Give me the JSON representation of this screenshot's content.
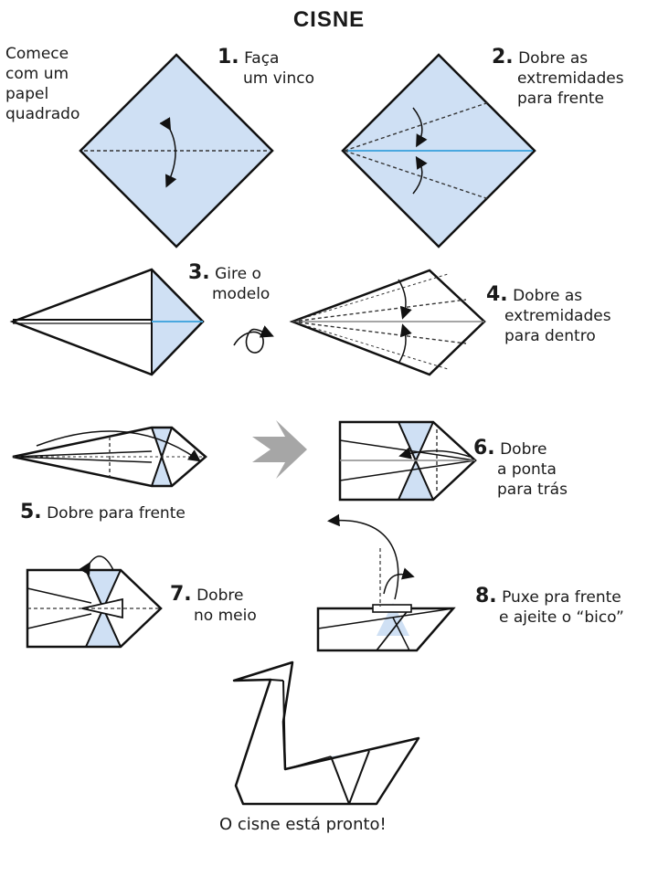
{
  "title": "CISNE",
  "intro": [
    "Comece",
    "com um",
    "papel",
    "quadrado"
  ],
  "steps": [
    {
      "num": "1.",
      "lines": [
        "Faça",
        "um vinco"
      ]
    },
    {
      "num": "2.",
      "lines": [
        "Dobre as",
        "extremidades",
        "para frente"
      ]
    },
    {
      "num": "3.",
      "lines": [
        "Gire o",
        "modelo"
      ]
    },
    {
      "num": "4.",
      "lines": [
        "Dobre as",
        "extremidades",
        "para dentro"
      ]
    },
    {
      "num": "5.",
      "lines": [
        "Dobre para frente"
      ]
    },
    {
      "num": "6.",
      "lines": [
        "Dobre",
        "a ponta",
        "para trás"
      ]
    },
    {
      "num": "7.",
      "lines": [
        "Dobre",
        "no meio"
      ]
    },
    {
      "num": "8.",
      "lines": [
        "Puxe pra frente",
        "e ajeite o “bico”"
      ]
    }
  ],
  "final": "O cisne está pronto!",
  "colors": {
    "paper": "#cfe0f4",
    "crease": "#4aa8df",
    "line": "#111111",
    "arrow_gray": "#9a9a9a"
  }
}
